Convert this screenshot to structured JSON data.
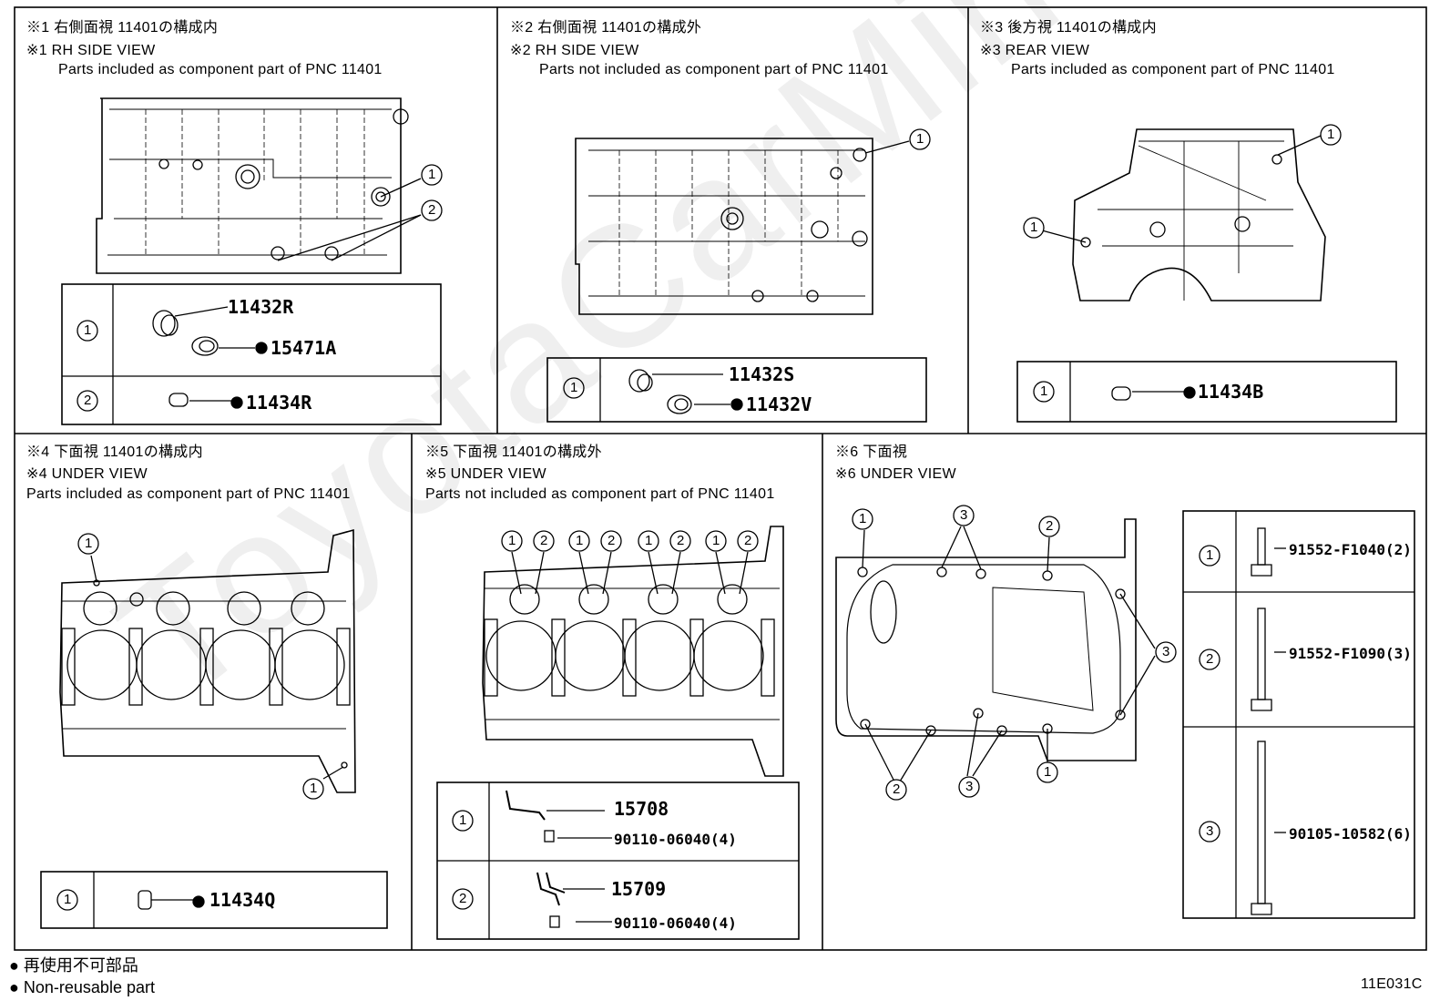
{
  "watermark": "ToyotaCarMine.ru",
  "doc_code": "11E031C",
  "legend": {
    "jp": "再使用不可部品",
    "en": "Non-reusable part"
  },
  "panels": [
    {
      "id": "p1",
      "jp": "※1 右側面視 11401の構成内",
      "en": "※1 RH SIDE VIEW",
      "note": "Parts included as component part of PNC 11401",
      "rows": [
        {
          "num": "1",
          "parts": [
            "11432R",
            "15471A"
          ]
        },
        {
          "num": "2",
          "parts": [
            "11434R"
          ]
        }
      ]
    },
    {
      "id": "p2",
      "jp": "※2 右側面視 11401の構成外",
      "en": "※2 RH SIDE VIEW",
      "note": "Parts not included as component part of PNC 11401",
      "rows": [
        {
          "num": "1",
          "parts": [
            "11432S",
            "11432V"
          ]
        }
      ]
    },
    {
      "id": "p3",
      "jp": "※3 後方視 11401の構成内",
      "en": "※3 REAR VIEW",
      "note": "Parts included as component part of PNC 11401",
      "rows": [
        {
          "num": "1",
          "parts": [
            "11434B"
          ]
        }
      ]
    },
    {
      "id": "p4",
      "jp": "※4 下面視 11401の構成内",
      "en": "※4 UNDER VIEW",
      "note": "Parts included as component part of PNC 11401",
      "rows": [
        {
          "num": "1",
          "parts": [
            "11434Q"
          ]
        }
      ]
    },
    {
      "id": "p5",
      "jp": "※5 下面視 11401の構成外",
      "en": "※5 UNDER VIEW",
      "note": "Parts not included as component part of PNC 11401",
      "rows": [
        {
          "num": "1",
          "parts": [
            "15708",
            "90110-06040(4)"
          ]
        },
        {
          "num": "2",
          "parts": [
            "15709",
            "90110-06040(4)"
          ]
        }
      ]
    },
    {
      "id": "p6",
      "jp": "※6 下面視",
      "en": "※6 UNDER VIEW",
      "note": "",
      "rows": [
        {
          "num": "1",
          "parts": [
            "91552-F1040(2)"
          ]
        },
        {
          "num": "2",
          "parts": [
            "91552-F1090(3)"
          ]
        },
        {
          "num": "3",
          "parts": [
            "90105-10582(6)"
          ]
        }
      ]
    }
  ]
}
